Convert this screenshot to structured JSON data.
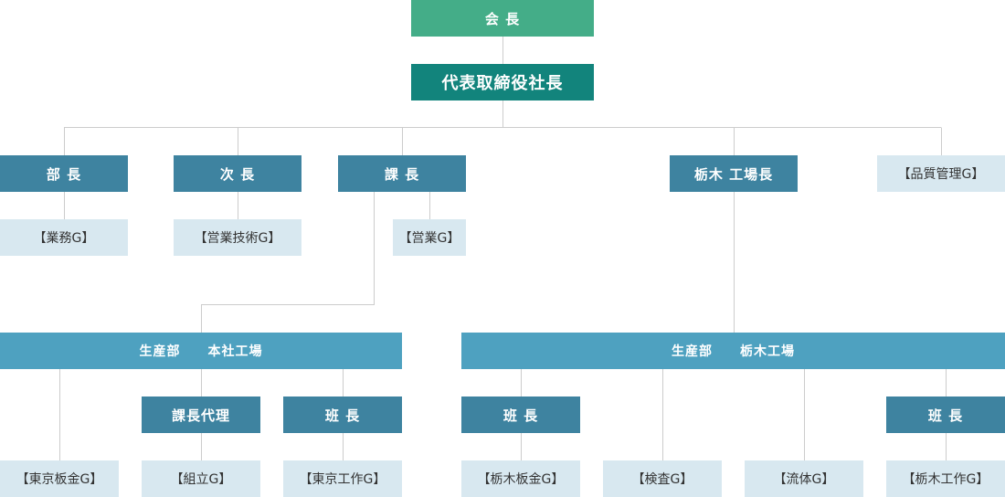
{
  "colors": {
    "chairman": "#44ad88",
    "president": "#12847c",
    "manager": "#3e83a0",
    "division": "#4ea1c0",
    "group": "#d8e8f0",
    "line": "#cccccc"
  },
  "nodes": {
    "chairman": "会 長",
    "president": "代表取締役社長",
    "bucho": "部 長",
    "jicho": "次 長",
    "kacho": "課 長",
    "tochigi_plant_manager": "栃木 工場長",
    "quality_group": "【品質管理G】",
    "business_group": "【業務G】",
    "sales_tech_group": "【営業技術G】",
    "sales_group": "【営業G】",
    "honsha_division": "生産部　　本社工場",
    "tochigi_division": "生産部　　栃木工場",
    "deputy_section_chief": "課長代理",
    "honsha_team_leader": "班 長",
    "tochigi_team_leader_1": "班 長",
    "tochigi_team_leader_2": "班 長",
    "tokyo_sheet_metal_group": "【東京板金G】",
    "assembly_group": "【組立G】",
    "tokyo_fabrication_group": "【東京工作G】",
    "tochigi_sheet_metal_group": "【栃木板金G】",
    "inspection_group": "【検査G】",
    "fluid_group": "【流体G】",
    "tochigi_fabrication_group": "【栃木工作G】"
  }
}
